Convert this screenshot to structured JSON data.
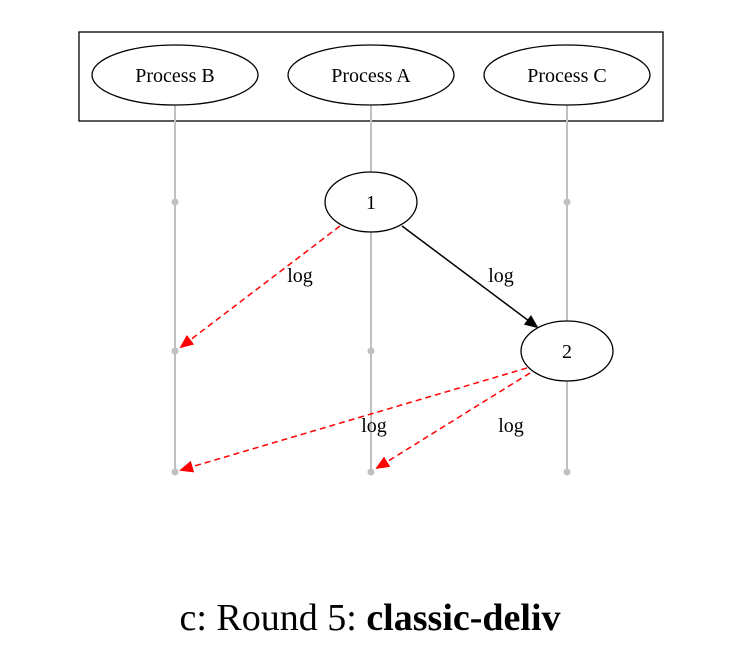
{
  "processes": [
    {
      "label": "Process B"
    },
    {
      "label": "Process A"
    },
    {
      "label": "Process C"
    }
  ],
  "events": [
    {
      "label": "1"
    },
    {
      "label": "2"
    }
  ],
  "edges": [
    {
      "from": "event-1",
      "to": "event-2",
      "label": "log",
      "style": "solid",
      "color": "#000000"
    },
    {
      "from": "event-1",
      "to": "Process B point 2",
      "label": "log",
      "style": "dashed",
      "color": "#ff0000"
    },
    {
      "from": "event-2",
      "to": "Process B point 3",
      "label": "log",
      "style": "dashed",
      "color": "#ff0000"
    },
    {
      "from": "event-2",
      "to": "Process A point 3",
      "label": "log",
      "style": "dashed",
      "color": "#ff0000"
    }
  ],
  "colors": {
    "lifeline": "#c0c0c0",
    "message_arrow": "#ff0000",
    "causal_arrow": "#000000"
  },
  "caption": {
    "prefix": "c: Round 5: ",
    "bold": "classic-deliv"
  }
}
